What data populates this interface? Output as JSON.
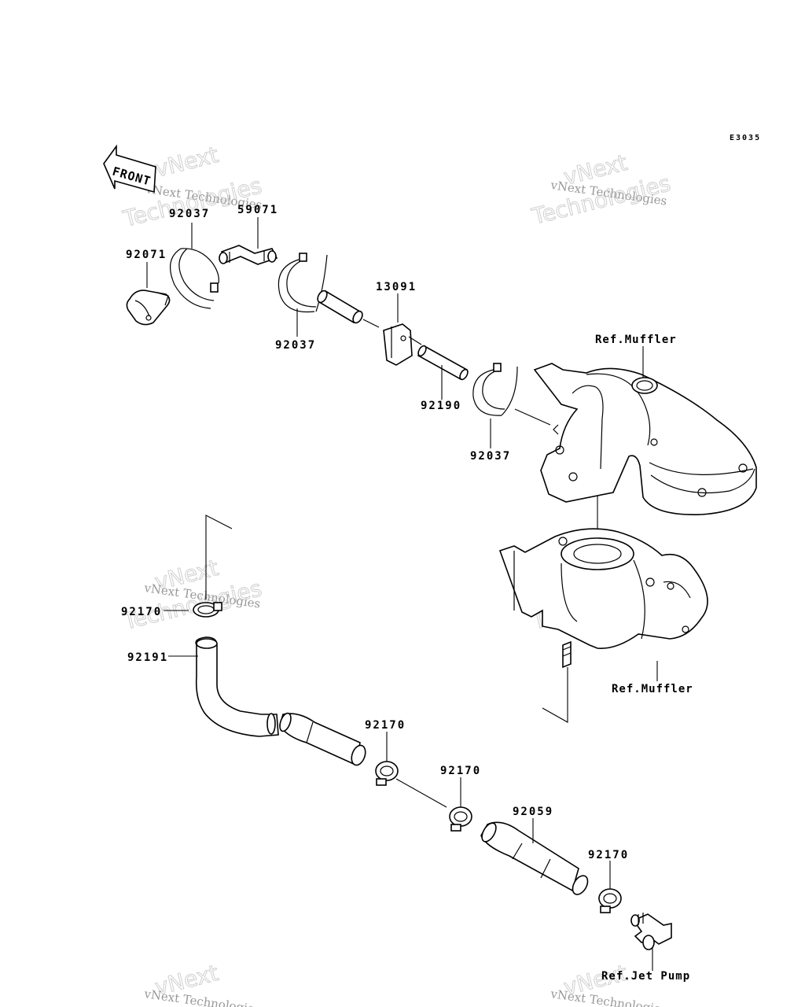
{
  "diagram": {
    "code": "E3035",
    "front_label": "FRONT",
    "parts": [
      {
        "id": "p1",
        "number": "92037"
      },
      {
        "id": "p2",
        "number": "59071"
      },
      {
        "id": "p3",
        "number": "92071"
      },
      {
        "id": "p4",
        "number": "92037"
      },
      {
        "id": "p5",
        "number": "13091"
      },
      {
        "id": "p6",
        "number": "92190"
      },
      {
        "id": "p7",
        "number": "92037"
      },
      {
        "id": "p8",
        "number": "92170"
      },
      {
        "id": "p9",
        "number": "92191"
      },
      {
        "id": "p10",
        "number": "92170"
      },
      {
        "id": "p11",
        "number": "92170"
      },
      {
        "id": "p12",
        "number": "92059"
      },
      {
        "id": "p13",
        "number": "92170"
      }
    ],
    "refs": {
      "muffler_top": "Ref.Muffler",
      "muffler_bottom": "Ref.Muffler",
      "jet_pump": "Ref.Jet Pump"
    },
    "watermark": {
      "line1": "vNext",
      "line2": "vNext Technologies",
      "line3": "Technologies"
    }
  }
}
